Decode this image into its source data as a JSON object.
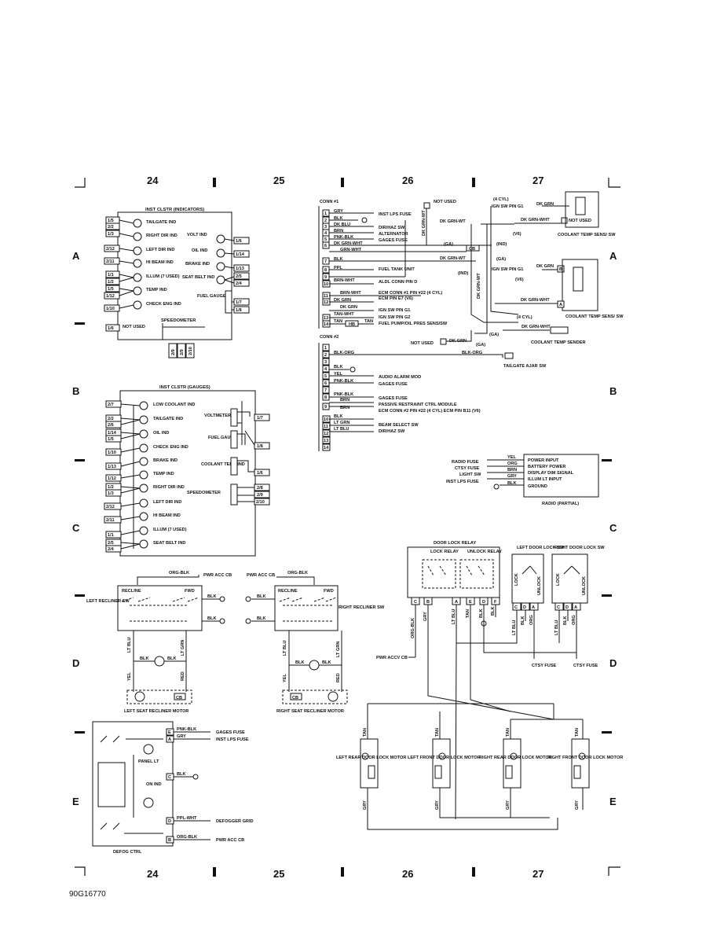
{
  "grid": {
    "columns": [
      "24",
      "25",
      "26",
      "27"
    ],
    "rows": [
      "A",
      "B",
      "C",
      "D",
      "E"
    ]
  },
  "figure_code": "90G16770",
  "indicators": {
    "title": "INST CLSTR (INDICATORS)",
    "left_pins": [
      "1/5",
      "2/2",
      "1/3",
      "2/12",
      "2/11",
      "1/1",
      "1/2",
      "1/5",
      "1/12",
      "1/10"
    ],
    "lamps": [
      "TAILGATE IND",
      "RIGHT DIR IND",
      "LEFT DIR IND",
      "HI BEAM IND",
      "ILLUM (7 USED)",
      "TEMP IND",
      "CHECK ENG IND"
    ],
    "right_lamps": [
      "VOLT IND",
      "OIL IND",
      "BRAKE IND",
      "SEAT BELT IND"
    ],
    "right_pins": [
      "1/6",
      "1/14",
      "1/13",
      "2/5",
      "2/4",
      "1/7",
      "1/8"
    ],
    "fuel_gauge": "FUEL GAUGE",
    "speedometer": "SPEEDOMETER",
    "bottom_pins": [
      "2/9",
      "2/9",
      "2/10"
    ],
    "not_used_pin": "1/6",
    "not_used": "NOT USED"
  },
  "gauges": {
    "title": "INST CLSTR (GAUGES)",
    "left_pins": [
      "2/7",
      "2/2",
      "2/6",
      "1/14",
      "1/5",
      "1/10",
      "1/13",
      "1/12",
      "1/2",
      "1/3",
      "2/12",
      "2/11",
      "1/1",
      "2/5",
      "2/4"
    ],
    "lamps": [
      "LOW COOLANT IND",
      "TAILGATE IND",
      "OIL IND",
      "CHECK ENG IND",
      "BRAKE IND",
      "TEMP IND",
      "RIGHT DIR IND",
      "LEFT DIR IND",
      "HI BEAM IND",
      "ILLUM (7 USED)",
      "SEAT BELT IND"
    ],
    "right_labels": [
      "VOLTMETER",
      "FUEL GAUGE",
      "COOLANT TEMP IND",
      "SPEEDOMETER"
    ],
    "right_pins": [
      "1/7",
      "1/8",
      "1/6",
      "2/8",
      "2/9",
      "2/10"
    ]
  },
  "conn1": {
    "title": "CONN #1",
    "pins": [
      "1",
      "2",
      "3",
      "4",
      "5",
      "6",
      "7",
      "8",
      "9",
      "10",
      "11",
      "12",
      "13",
      "14"
    ],
    "wires": [
      "GRY",
      "BLK",
      "DK BLU",
      "BRN",
      "PNK-BLK",
      "DK GRN-WHT",
      "GRN-WHT",
      "BLK",
      "PPL",
      "BRN-WHT",
      "BRN-WHT",
      "DK GRN",
      "DK GRN",
      "TAN-WHT",
      "TAN",
      "TAN"
    ],
    "dests": [
      "INST LPS FUSE",
      "DIR/HAZ SW",
      "ALTERNATOR",
      "GAGES FUSE",
      "FUEL TANK UNIT",
      "ALDL CONN PIN D",
      "ECM CONN #1 PIN #22 (4 CYL)",
      "ECM PIN E7 (V6)",
      "IGN SW PIN G1",
      "IGN SW PIN G2",
      "FUEL PUMP/OIL PRES SENS/SW"
    ],
    "not_used": "NOT USED",
    "hb": "HB",
    "cb": "CB",
    "not_used_2": "NOT USED",
    "dk_grn_wt": "DK GRN-WT",
    "dk_grn": "DK GRN",
    "tags": [
      "(GA)",
      "(IND)",
      "(GA)",
      "(IND)",
      "(GA)",
      "(GA)",
      "(V6)",
      "(V6)",
      "(4 CYL)",
      "(4 CYL)"
    ]
  },
  "coolant": {
    "ign_g1": "IGN SW PIN G1",
    "dk_grn": "DK GRN",
    "dk_grn_wht": "DK GRN-WHT",
    "not_used": "NOT USED",
    "sens_sw": "COOLANT TEMP SENS/ SW",
    "sender": "COOLANT TEMP SENDER",
    "pin_a": "A",
    "pin_b": "B"
  },
  "conn2": {
    "title": "CONN #2",
    "pins": [
      "1",
      "2",
      "3",
      "4",
      "5",
      "6",
      "7",
      "8",
      "9",
      "10",
      "11",
      "12",
      "13",
      "14"
    ],
    "wires": [
      "BLK-ORG",
      "BLK-ORG",
      "BLK",
      "YEL",
      "PNK-BLK",
      "PNK-BLK",
      "BRN",
      "BRN",
      "BLK",
      "LT GRN",
      "LT BLU"
    ],
    "dests": [
      "TAILGATE AJAR SW",
      "AUDIO ALARM MOD",
      "GAGES FUSE",
      "GAGES FUSE",
      "PASSIVE RESTRAINT CTRL MODULE",
      "ECM CONN #2 PIN #22 (4 CYL) ECM PIN B11 (V6)",
      "BEAM SELECT SW",
      "DIR/HAZ SW"
    ]
  },
  "radio": {
    "title": "RADIO (PARTIAL)",
    "sources": [
      "RADIO FUSE",
      "CTSY FUSE",
      "LIGHT SW",
      "INST LPS FUSE"
    ],
    "wires": [
      "YEL",
      "ORG",
      "BRN",
      "GRY",
      "BLK"
    ],
    "functions": [
      "POWER INPUT",
      "BATTERY POWER",
      "DISPLAY DIM SIGNAL",
      "ILLUM LT INPUT",
      "GROUND"
    ]
  },
  "recliners": {
    "left": {
      "name": "LEFT RECLINER SW",
      "motor": "LEFT SEAT RECLINER MOTOR"
    },
    "right": {
      "name": "RIGHT RECLINER SW",
      "motor": "RIGHT SEAT RECLINER MOTOR"
    },
    "recline": "RECLINE",
    "fwd": "FWD",
    "pwr": "PWR ACC CB",
    "wires": [
      "ORG-BLK",
      "BLK",
      "BLK",
      "LT BLU",
      "LT GRN",
      "BLK",
      "BLK",
      "YEL",
      "RED"
    ],
    "cb": "CB"
  },
  "door_lock": {
    "relay": "DOOR LOCK RELAY",
    "lock_relay": "LOCK RELAY",
    "unlock_relay": "UNLOCK RELAY",
    "pins": [
      "C",
      "B",
      "A",
      "E",
      "D",
      "F"
    ],
    "wires": [
      "ORG-BLK",
      "GRY",
      "LT BLU",
      "TAN",
      "BLK",
      "BLK"
    ],
    "left_sw": "LEFT DOOR LOCK SW",
    "right_sw": "RIGHT DOOR LOCK SW",
    "lock": "LOCK",
    "unlock": "UNLOCK",
    "sw_pins": [
      "C",
      "D",
      "A"
    ],
    "sw_wires": [
      "LT BLU",
      "BLK",
      "ORG"
    ],
    "pwr": "PWR ACCV CB",
    "ctsy": "CTSY FUSE",
    "motors": [
      "LEFT REAR DOOR LOCK MOTOR",
      "LEFT FRONT DOOR LOCK MOTOR",
      "RIGHT REAR DOOR LOCK MOTOR",
      "RIGHT FRONT DOOR LOCK MOTOR"
    ],
    "motor_wires": [
      "TAN",
      "GRY"
    ],
    "cb": "CB"
  },
  "defog": {
    "title": "DEFOG CTRL",
    "panel_lt": "PANEL LT",
    "on_ind": "ON IND",
    "pins": [
      "E",
      "A",
      "C",
      "D",
      "B"
    ],
    "wires": [
      "PNK-BLK",
      "GRY",
      "BLK",
      "PPL-WHT",
      "ORG-BLK"
    ],
    "dests": [
      "GAGES FUSE",
      "INST LPS FUSE",
      "DEFOGGER GRID",
      "PWR ACC CB"
    ]
  }
}
